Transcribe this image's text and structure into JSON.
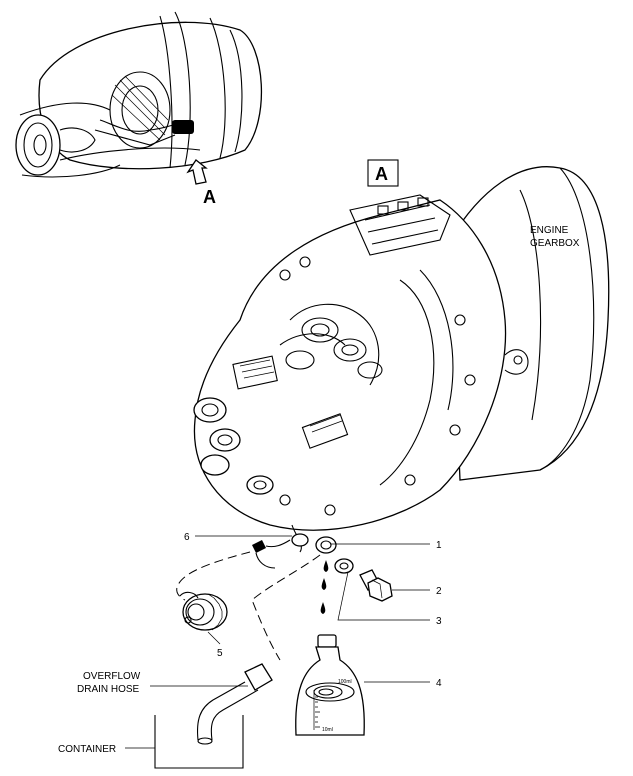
{
  "view_letter": "A",
  "view_box_letter": "A",
  "labels": {
    "engine_gearbox": [
      "ENGINE",
      "GEARBOX"
    ],
    "overflow_drain_hose": [
      "OVERFLOW",
      "DRAIN HOSE"
    ],
    "container": "CONTAINER"
  },
  "callouts": [
    "1",
    "2",
    "3",
    "4",
    "5",
    "6"
  ],
  "bottle_marks": {
    "top": "100ml",
    "bottom": "10ml"
  }
}
